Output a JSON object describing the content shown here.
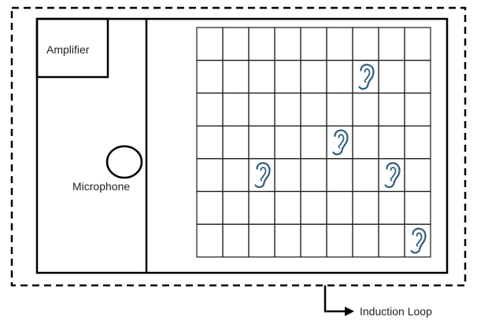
{
  "labels": {
    "amplifier": "Amplifier",
    "microphone": "Microphone",
    "induction_loop": "Induction Loop"
  },
  "grid": {
    "columns": 9,
    "rows": 7,
    "listeners": [
      {
        "col": 6,
        "row": 1
      },
      {
        "col": 5,
        "row": 3
      },
      {
        "col": 2,
        "row": 4
      },
      {
        "col": 7,
        "row": 4
      },
      {
        "col": 8,
        "row": 6
      }
    ]
  },
  "icons": {
    "listener": "ear-icon",
    "pickup": "microphone-icon"
  },
  "colors": {
    "ear_stroke": "#2f5d7a",
    "line": "#000000",
    "grid_line": "#1a1a1a"
  }
}
